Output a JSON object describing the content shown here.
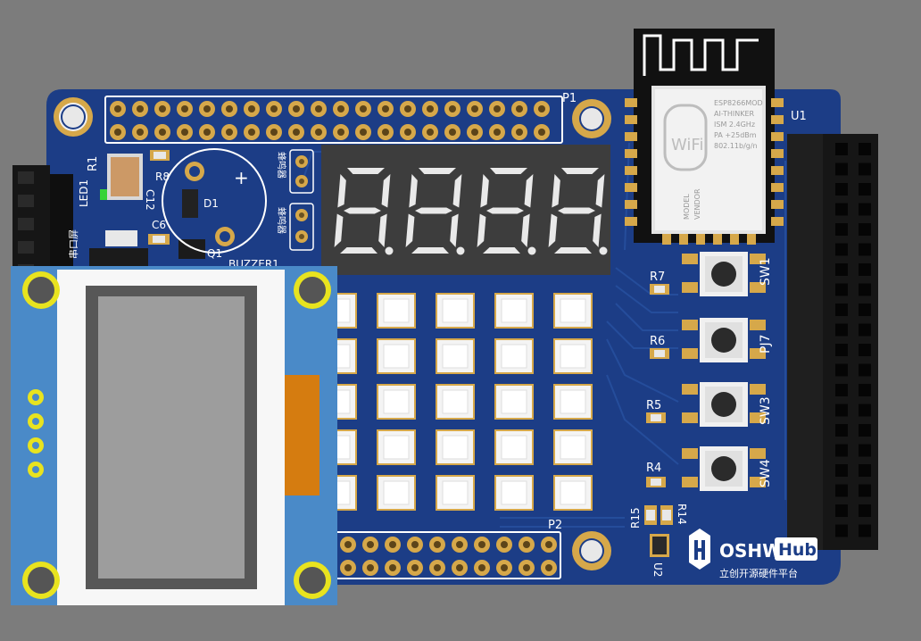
{
  "board": {
    "colors": {
      "background": "#7c7c7c",
      "pcb": "#1c3d86",
      "silk": "#ffffff",
      "pad": "#d6a84a",
      "display_bg": "#3e3e3e",
      "segment": "#e9e9e9",
      "oled_panel": "#4a8ac8",
      "flex_cable": "#d57c10"
    },
    "labels": {
      "p1": "P1",
      "p2": "P2",
      "u1": "U1",
      "u2": "U2",
      "r1": "R1",
      "r4": "R4",
      "r5": "R5",
      "r6": "R6",
      "r7": "R7",
      "r8": "R8",
      "r14": "R14",
      "r15": "R15",
      "led1": "LED1",
      "c12": "C12",
      "c6": "C6",
      "d1": "D1",
      "q1": "Q1",
      "buzzer": "BUZZER1",
      "sw1": "SW1",
      "pj7": "PJ7",
      "sw3": "SW3",
      "sw4": "SW4",
      "plus": "+",
      "serial": "串口屏",
      "buzzer_cn1": "蜂鸣器",
      "buzzer_cn2": "蜂鸣器"
    },
    "module": {
      "wifi": "WiFi",
      "lines": [
        "ESP8266MOD",
        "AI-THINKER",
        "ISM  2.4GHz",
        "PA  +25dBm",
        "802.11b/g/n"
      ],
      "side1": "MODEL",
      "side2": "VENDOR"
    },
    "logo": {
      "brand": "OSHW",
      "hub": "Hub",
      "subtitle": "立创开源硬件平台",
      "icon": "oshwhub-h-icon"
    },
    "icons": {
      "display": "seven-segment-digit-icon",
      "button": "tactile-switch-icon",
      "mount": "mounting-hole-icon"
    }
  }
}
